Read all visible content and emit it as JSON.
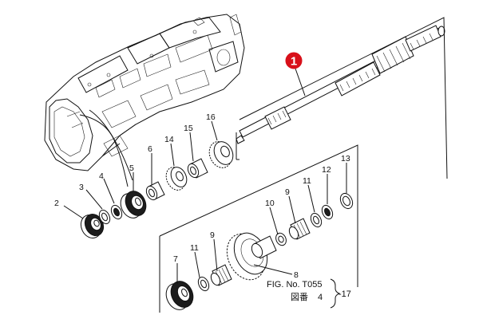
{
  "diagram": {
    "callout": {
      "number": "1",
      "color": "#d8101a"
    },
    "part_labels": {
      "p1": "1",
      "p2": "2",
      "p3": "3",
      "p4": "4",
      "p5": "5",
      "p6": "6",
      "p14": "14",
      "p15": "15",
      "p16": "16",
      "p7": "7",
      "p8": "8",
      "p9a": "9",
      "p9b": "9",
      "p10": "10",
      "p11a": "11",
      "p11b": "11",
      "p12": "12",
      "p13": "13"
    },
    "figure_ref": {
      "line1": "FIG. No. T055",
      "line2": "図番",
      "line2_num": "4",
      "suffix": "-17"
    }
  }
}
